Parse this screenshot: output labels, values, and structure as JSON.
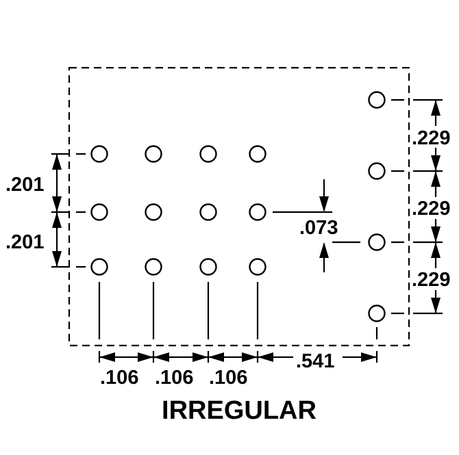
{
  "title": "IRREGULAR",
  "dimensions": {
    "row_pitch_top": ".201",
    "row_pitch_bottom": ".201",
    "offset": ".073",
    "right_pitch_1": ".229",
    "right_pitch_2": ".229",
    "right_pitch_3": ".229",
    "col_pitch_1": ".106",
    "col_pitch_2": ".106",
    "col_pitch_3": ".106",
    "span": ".541"
  },
  "layout": {
    "grid_columns": 4,
    "grid_rows": 3,
    "right_column_holes": 4
  },
  "colors": {
    "ink": "#000000",
    "background": "#ffffff"
  }
}
